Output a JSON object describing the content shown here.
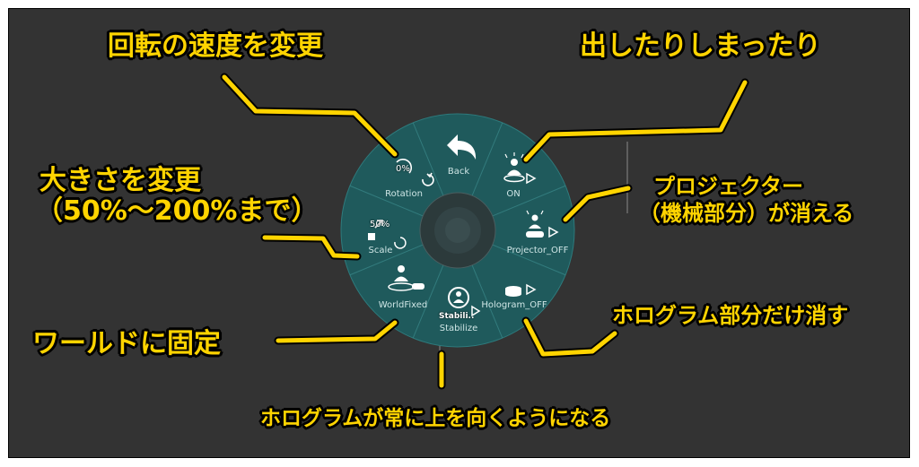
{
  "menu": {
    "back_label": "Back",
    "on_label": "ON",
    "rotation_label": "Rotation",
    "rotation_value": "0%",
    "scale_label": "Scale",
    "scale_value": "50%",
    "projector_label": "Projector_OFF",
    "worldfixed_label": "WorldFixed",
    "stabilize_label": "Stabilize",
    "stabilize_short": "Stabili..",
    "hologram_label": "Hologram_OFF"
  },
  "annotations": {
    "rotation": "回転の速度を変更",
    "show_hide": "出したりしまったり",
    "scale_line1": "大きさを変更",
    "scale_line2": "（50%～200%まで）",
    "projector_line1": "プロジェクター",
    "projector_line2": "（機械部分）が消える",
    "hologram": "ホログラム部分だけ消す",
    "worldfixed": "ワールドに固定",
    "stabilize": "ホログラムが常に上を向くようになる"
  },
  "colors": {
    "background": "#333333",
    "wheel": "#1f5a5c",
    "wheel_center": "#2c3a3b",
    "annotation_text": "#ffd400",
    "label_text": "#cfe6e6"
  },
  "icons": {
    "back": "back-arrow-icon",
    "on": "hologram-person-icon",
    "rotation": "rotate-icon",
    "scale": "scale-icon",
    "projector": "projector-icon",
    "worldfixed": "world-fixed-icon",
    "stabilize": "stabilize-icon",
    "hologram": "hologram-base-icon"
  }
}
